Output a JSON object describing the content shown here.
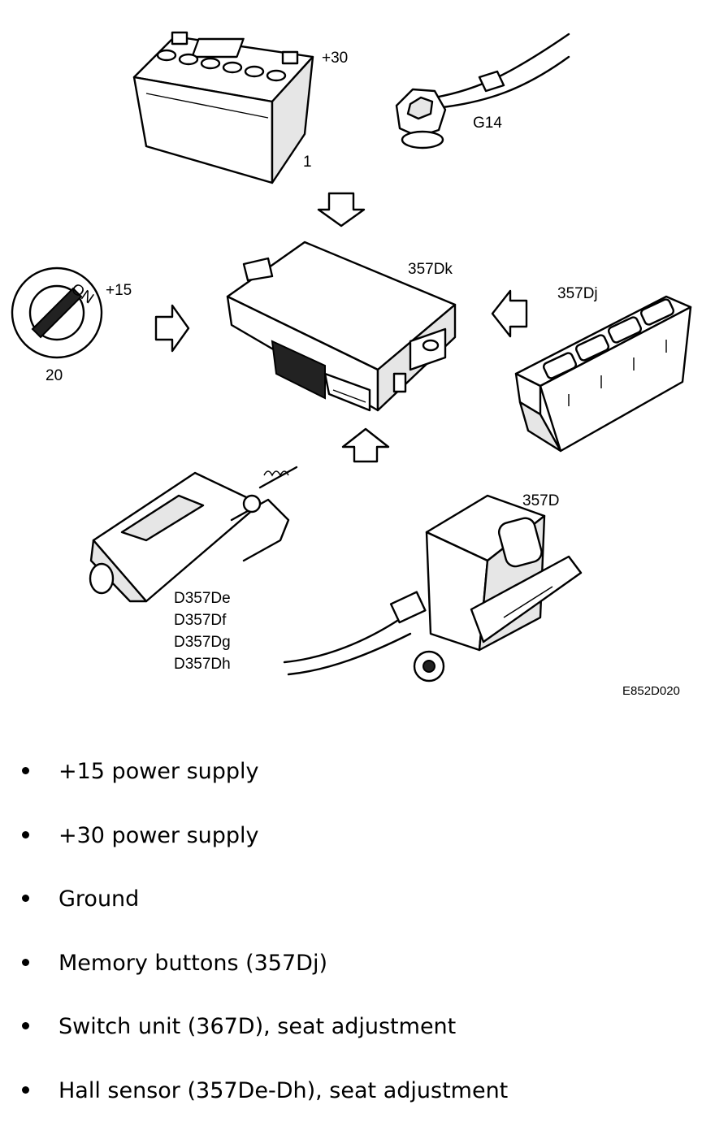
{
  "diagram": {
    "labels": {
      "battery_terminal": "+30",
      "ground_point": "G14",
      "battery_number": "1",
      "control_module": "357Dk",
      "ignition_terminal": "+15",
      "ignition_on": "ON",
      "ignition_number": "20",
      "memory_buttons": "357Dj",
      "switch_unit": "357D",
      "hall_sensor_1": "D357De",
      "hall_sensor_2": "D357Df",
      "hall_sensor_3": "D357Dg",
      "hall_sensor_4": "D357Dh",
      "figure_code": "E852D020"
    }
  },
  "bullets": [
    "+15 power supply",
    "+30 power supply",
    "Ground",
    "Memory buttons (357Dj)",
    "Switch unit (367D), seat adjustment",
    "Hall sensor (357De-Dh), seat adjustment"
  ]
}
